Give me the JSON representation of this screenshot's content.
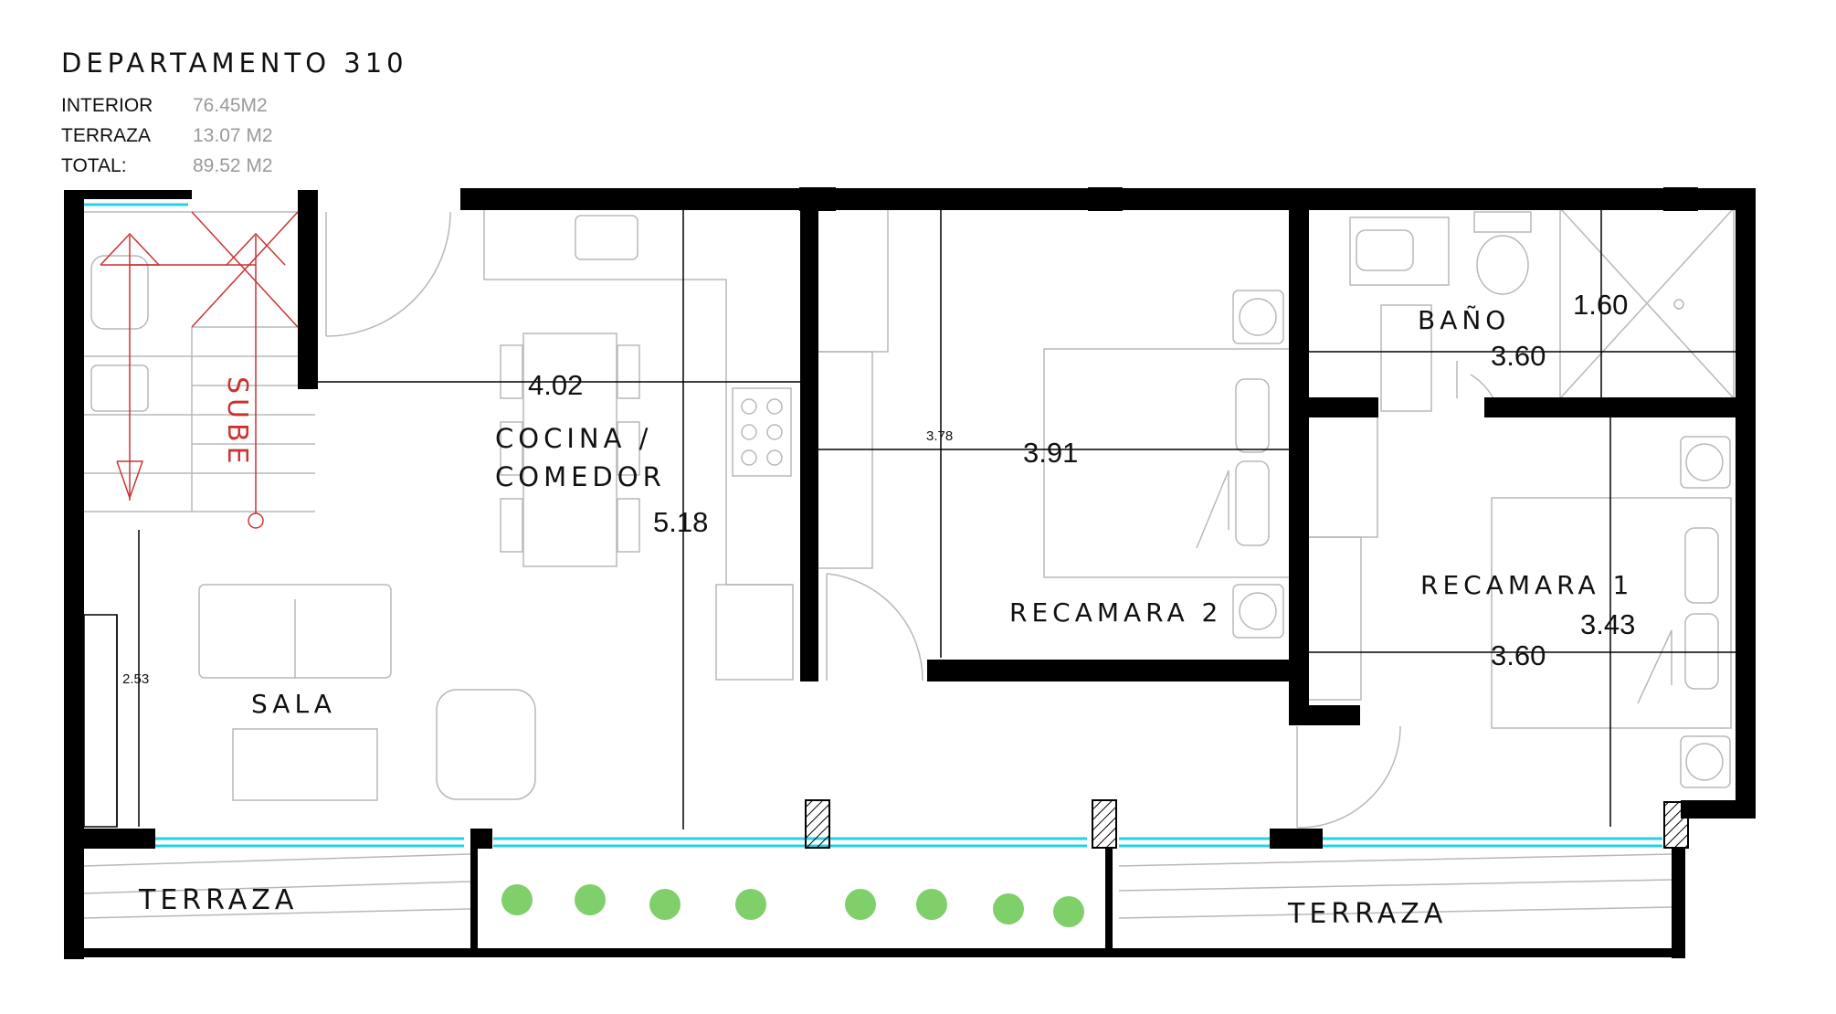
{
  "title": "DEPARTAMENTO 310",
  "areas": [
    {
      "label": "INTERIOR",
      "value": "76.45M2"
    },
    {
      "label": "TERRAZA",
      "value": "13.07 M2"
    },
    {
      "label": "TOTAL:",
      "value": "89.52 M2"
    }
  ],
  "rooms": {
    "cocina": "COCINA /",
    "comedor": "COMEDOR",
    "sala": "SALA",
    "recamara2": "RECAMARA 2",
    "recamara1": "RECAMARA 1",
    "bano": "BAÑO",
    "terraza_left": "TERRAZA",
    "terraza_right": "TERRAZA",
    "stair": "SUBE"
  },
  "dimensions": {
    "cocina_width": "4.02",
    "cocina_depth": "5.18",
    "rec2_width": "3.91",
    "rec2_depth": "3.78",
    "bano_width": "3.60",
    "bano_depth": "1.60",
    "rec1_width": "3.60",
    "rec1_depth": "3.43",
    "sala_small": "2.53"
  },
  "colors": {
    "wall": "#000000",
    "window": "#22d3e6",
    "stair_arrow": "#cc3333",
    "plant": "#7fcf6a",
    "furniture": "#b8b8b8"
  }
}
